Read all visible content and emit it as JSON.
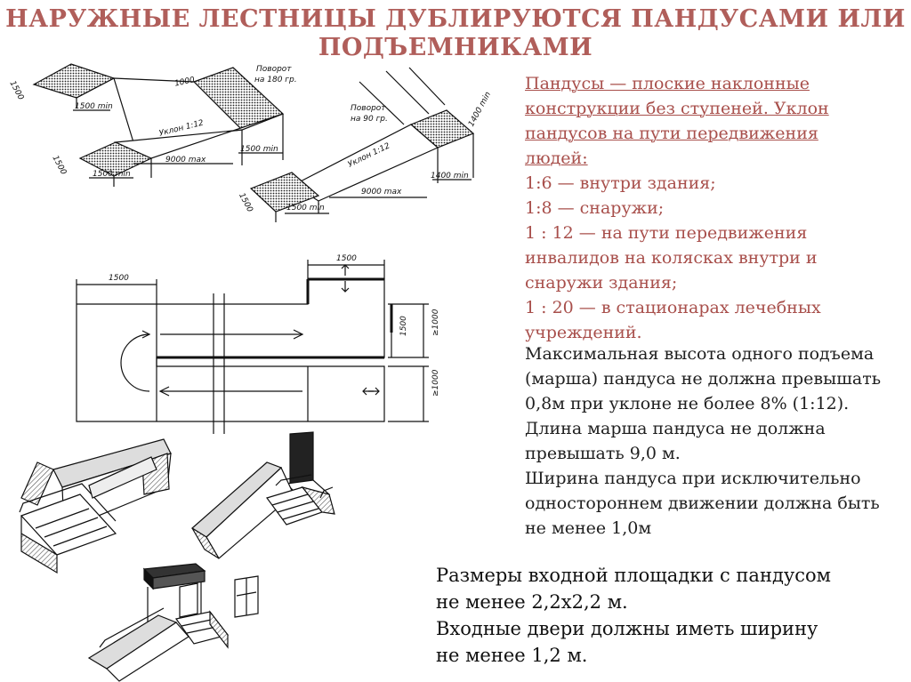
{
  "title": {
    "line1": "НАРУЖНЫЕ ЛЕСТНИЦЫ ДУБЛИРУЮТСЯ ПАНДУСАМИ ИЛИ",
    "line2": "ПОДЪЕМНИКАМИ"
  },
  "ramps_text": {
    "line1": "Пандусы — плоские наклонные",
    "line2": "конструкции без ступеней. Уклон",
    "line3": "пандусов на пути передвижения",
    "line4": "людей:",
    "line5": "1:6 — внутри здания;",
    "line6": "1:8 — снаружи;",
    "line7": "1 : 12 — на пути передвижения",
    "line8": "инвалидов на колясках внутри и",
    "line9": "снаружи здания;",
    "line10": "1 : 20 — в стационарах лечебных",
    "line11": "учреждений."
  },
  "rules_text": {
    "line1": "Максимальная высота одного подъема",
    "line2": "(марша) пандуса не должна превышать",
    "line3": "0,8м при уклоне не более 8% (1:12).",
    "line4": "Длина марша пандуса не должна",
    "line5": "превышать 9,0 м.",
    "line6": "Ширина пандуса при исключительно",
    "line7": "одностороннем движении должна быть",
    "line8": "не менее 1,0м"
  },
  "entrance_text": {
    "line1": "Размеры входной площадки с пандусом",
    "line2": "не менее 2,2х2,2 м.",
    "line3": "Входные двери должны иметь ширину",
    "line4": "не менее 1,2 м."
  },
  "diagram_left": {
    "turn": "Поворот",
    "turn_deg": "на 180 гр.",
    "d1500a": "1500",
    "d1500b": "1500 min",
    "d1000": "1000",
    "slope": "Уклон 1:12",
    "d1500c": "1500 min",
    "d1500d": "1500",
    "d9000": "9000 max",
    "d1500e": "1500 min"
  },
  "diagram_right": {
    "turn": "Поворот",
    "turn_deg": "на 90 гр.",
    "d1400a": "1400 min",
    "slope": "Уклон 1:12",
    "d1500a": "1500",
    "d9000": "9000 max",
    "d1400b": "1400 min",
    "d1500b": "1500 min"
  },
  "plan": {
    "d1500_top": "1500",
    "d1500_left": "1500",
    "d1500_side": "1500",
    "d1000a": "≥1000",
    "d1000b": "≥1000"
  }
}
